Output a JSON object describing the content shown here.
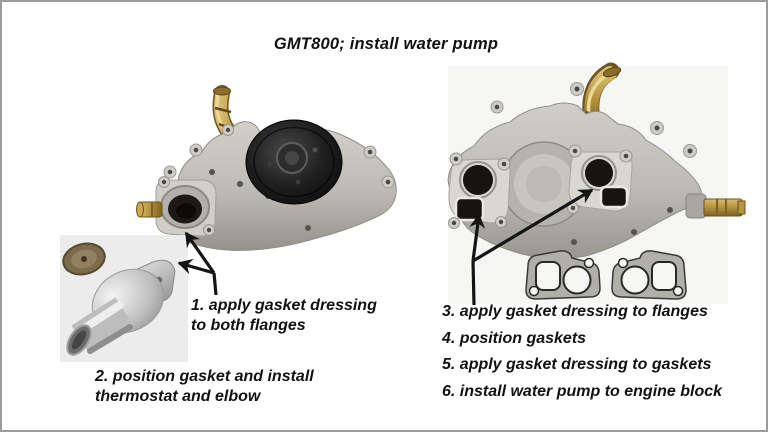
{
  "title": "GMT800; install water pump",
  "steps": {
    "s1a": "1. apply gasket dressing",
    "s1b": "to both flanges",
    "s2a": "2. position gasket and install",
    "s2b": "thermostat and elbow",
    "s3": "3. apply gasket dressing to flanges",
    "s4": "4. position gaskets",
    "s5": "5. apply gasket dressing to gaskets",
    "s6": "6. install water pump to engine block"
  },
  "figures": {
    "left": "water-pump-front-photo",
    "right": "water-pump-rear-with-gaskets-photo",
    "elbow": "thermostat-elbow-photo"
  },
  "colors": {
    "arrow": "#141414",
    "text": "#111111",
    "pump_body": "#bdbbb3",
    "pulley": "#161616",
    "brass": "#b3913f",
    "elbow_box_bg": "#ececec",
    "right_photo_bg": "#f6f6f4",
    "border": "#9b9b9b"
  }
}
